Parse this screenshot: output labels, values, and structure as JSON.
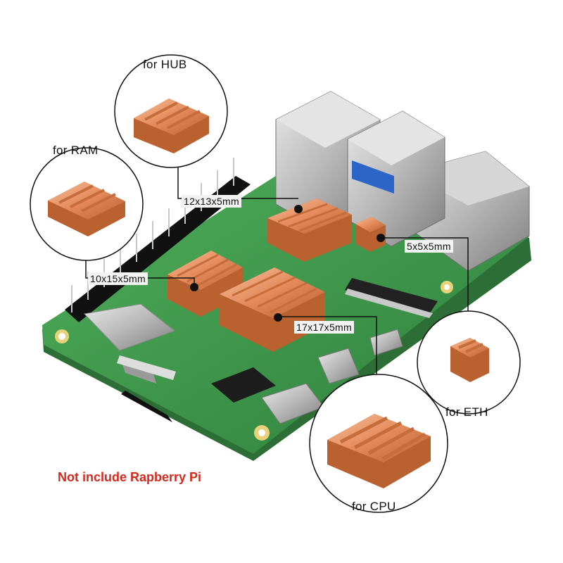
{
  "labels": {
    "hub": "for HUB",
    "ram": "for RAM",
    "eth": "for ETH",
    "cpu": "for CPU"
  },
  "dimensions": {
    "hub": "12x13x5mm",
    "ram": "10x15x5mm",
    "eth": "5x5x5mm",
    "cpu": "17x17x5mm"
  },
  "notice": "Not include Rapberry Pi",
  "colors": {
    "notice": "#d42a1e",
    "copper": "#e4895a",
    "board": "#3f9a4c"
  }
}
